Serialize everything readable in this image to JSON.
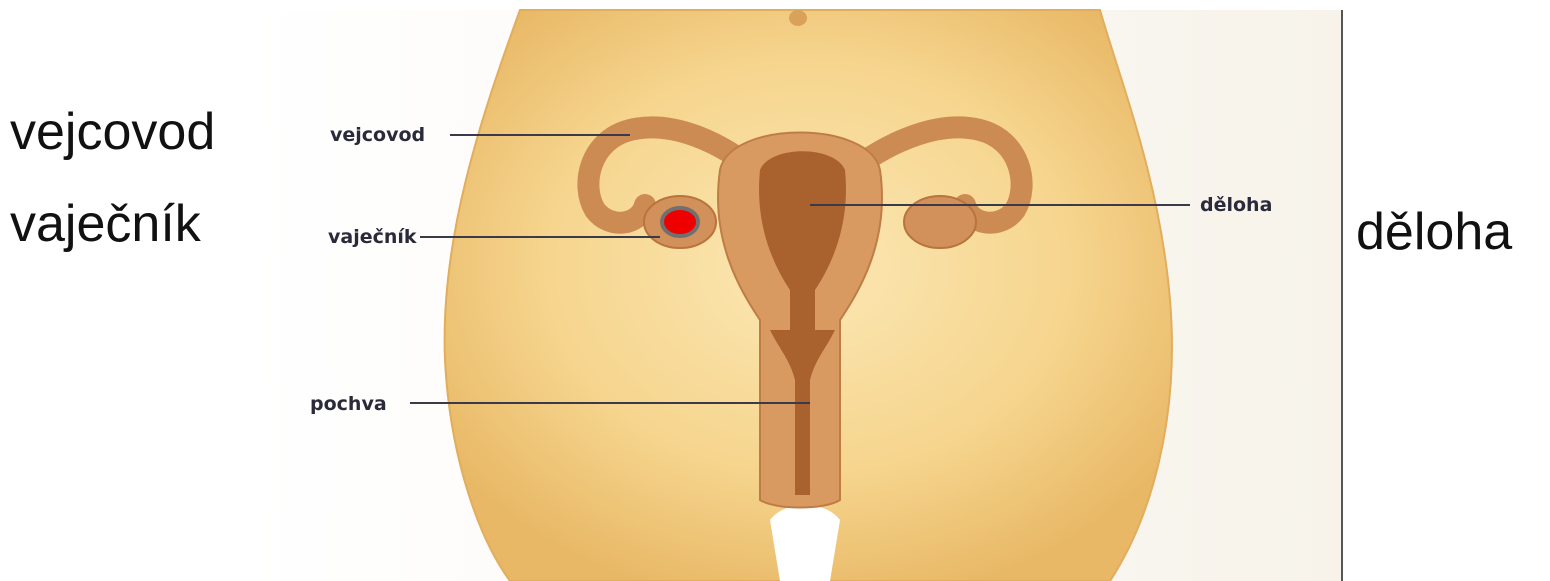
{
  "outer_labels": {
    "vejcovod": "vejcovod",
    "vajecnik": "vaječník",
    "deloha": "děloha"
  },
  "diagram_labels": {
    "vejcovod": "vejcovod",
    "vajecnik": "vaječník",
    "deloha": "děloha",
    "pochva": "pochva"
  },
  "colors": {
    "skin": "#f6d58e",
    "skin_edge": "#d9a64f",
    "organ": "#cc8b52",
    "organ_inner": "#a9612e",
    "marker": "#ee0000",
    "marker_ring": "#707070"
  }
}
